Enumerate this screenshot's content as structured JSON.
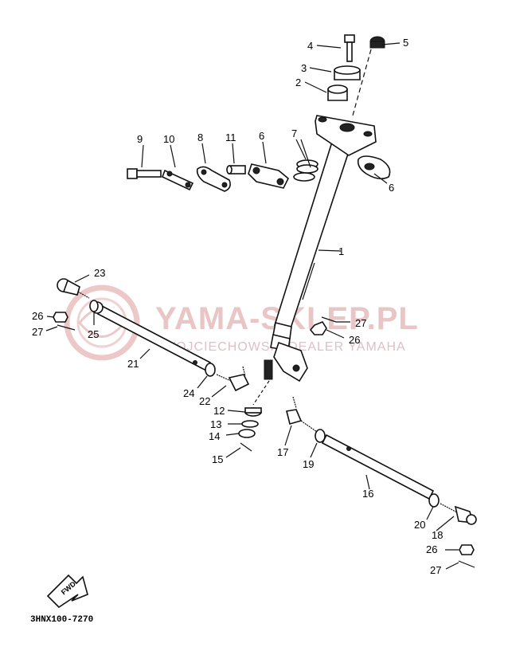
{
  "watermark": {
    "title": "YAMA-SKLEP.PL",
    "subtitle": "WOJCIECHOWSKI DEALER YAMAHA"
  },
  "diagram": {
    "code": "3HNX100-7270",
    "fwd": "FWD",
    "labels": {
      "p1": "1",
      "p2": "2",
      "p3": "3",
      "p4": "4",
      "p5": "5",
      "p6a": "6",
      "p6b": "6",
      "p7": "7",
      "p8": "8",
      "p9": "9",
      "p10": "10",
      "p11": "11",
      "p12": "12",
      "p13": "13",
      "p14": "14",
      "p15": "15",
      "p16": "16",
      "p17": "17",
      "p18": "18",
      "p19": "19",
      "p20": "20",
      "p21": "21",
      "p22": "22",
      "p23": "23",
      "p24": "24",
      "p25": "25",
      "p26a": "26",
      "p26b": "26",
      "p26c": "26",
      "p27a": "27",
      "p27b": "27",
      "p27c": "27"
    }
  }
}
